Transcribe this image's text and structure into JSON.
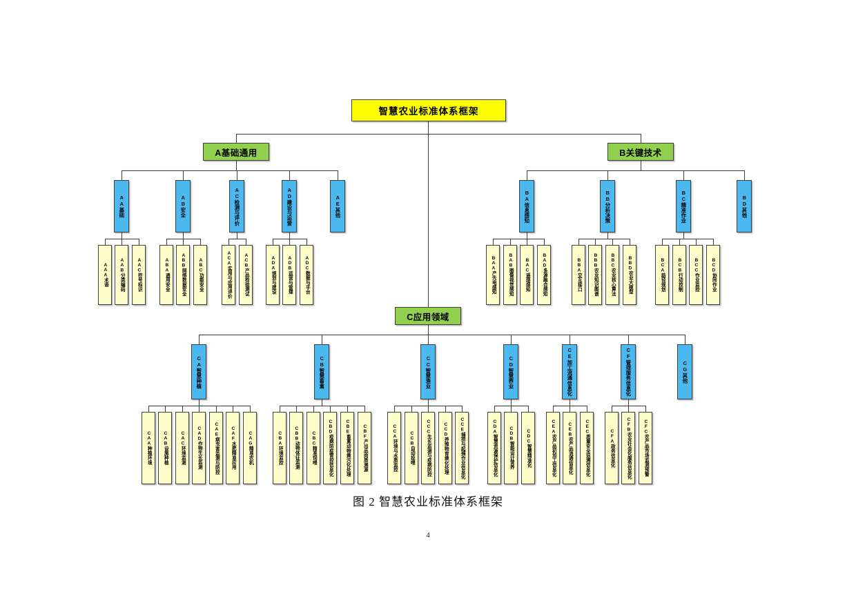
{
  "document": {
    "caption": "图 2  智慧农业标准体系框架",
    "page_number": "4"
  },
  "colors": {
    "root_fill": "#ffff00",
    "level1_fill": "#92d14f",
    "level2_fill": "#4cb8f0",
    "level3_fill": "#ffffcc",
    "border": "#3f3f3f",
    "line": "#3a3a3a"
  },
  "diagram": {
    "type": "tree",
    "root": {
      "label": "智慧农业标准体系框架"
    },
    "branches": [
      {
        "id": "A",
        "label": "A基础通用",
        "children": [
          {
            "id": "AA",
            "label": "AA基础",
            "children": [
              {
                "id": "AAA",
                "label": "AAA术语"
              },
              {
                "id": "AAB",
                "label": "AAB分类编码"
              },
              {
                "id": "AAC",
                "label": "AAC符号标识"
              }
            ]
          },
          {
            "id": "AB",
            "label": "AB安全",
            "children": [
              {
                "id": "ABA",
                "label": "ABA通用安全"
              },
              {
                "id": "ABB",
                "label": "ABB网络数据安全"
              },
              {
                "id": "ABC",
                "label": "ABC功能安全"
              }
            ]
          },
          {
            "id": "AC",
            "label": "AC检测与评价",
            "children": [
              {
                "id": "ACA",
                "label": "ACA实用与应用评价"
              },
              {
                "id": "ACB",
                "label": "ACB产品检验测试"
              }
            ]
          },
          {
            "id": "AD",
            "label": "AD建设与运营",
            "children": [
              {
                "id": "ADA",
                "label": "ADA规划与建设"
              },
              {
                "id": "ADB",
                "label": "ADB运营与管理"
              },
              {
                "id": "ADC",
                "label": "ADC数据与平台"
              }
            ]
          },
          {
            "id": "AE",
            "label": "AE其他",
            "children": []
          }
        ]
      },
      {
        "id": "B",
        "label": "B关键技术",
        "children": [
          {
            "id": "BA",
            "label": "BA信息感知",
            "children": [
              {
                "id": "BAA",
                "label": "BAA产先电感知"
              },
              {
                "id": "BAB",
                "label": "BAB图像视觉感知"
              },
              {
                "id": "BAC",
                "label": "BAC遥感感知"
              },
              {
                "id": "BAD",
                "label": "BAD多源融合感知"
              }
            ]
          },
          {
            "id": "BB",
            "label": "BB分析决策",
            "children": [
              {
                "id": "BBA",
                "label": "BBA交互接口"
              },
              {
                "id": "BBB",
                "label": "BBB农业知识图谱"
              },
              {
                "id": "BBC",
                "label": "BBC农业核心算法"
              },
              {
                "id": "BBD",
                "label": "BBD农业大模型"
              }
            ]
          },
          {
            "id": "BC",
            "label": "BC精准作业",
            "children": [
              {
                "id": "BCA",
                "label": "BCA路径规划"
              },
              {
                "id": "BCB",
                "label": "BCB行动控制"
              },
              {
                "id": "BCC",
                "label": "BCC作业监控"
              },
              {
                "id": "BCD",
                "label": "BCD协同作业"
              }
            ]
          },
          {
            "id": "BD",
            "label": "BD其他",
            "children": []
          }
        ]
      },
      {
        "id": "C",
        "label": "C应用领域",
        "children": [
          {
            "id": "CA",
            "label": "CA智慧种植",
            "children": [
              {
                "id": "CAA",
                "label": "CAA种植环境"
              },
              {
                "id": "CAB",
                "label": "CAB设施种植"
              },
              {
                "id": "CAC",
                "label": "CAC环境监测"
              },
              {
                "id": "CAD",
                "label": "CAD作物生长监测"
              },
              {
                "id": "CAE",
                "label": "CAE病虫害监测与防控"
              },
              {
                "id": "CAF",
                "label": "CAF水肥精准应用"
              },
              {
                "id": "CAG",
                "label": "CAG精准农机"
              }
            ]
          },
          {
            "id": "CB",
            "label": "CB智慧畜禽",
            "children": [
              {
                "id": "CBA",
                "label": "CBA环境监控"
              },
              {
                "id": "CBB",
                "label": "CBB动物体征监测"
              },
              {
                "id": "CBC",
                "label": "CBC精准饲喂"
              },
              {
                "id": "CBD",
                "label": "CBD疫病防疫管控信息化"
              },
              {
                "id": "CBE",
                "label": "CBE畜禽动物粪污化处理"
              },
              {
                "id": "CBF",
                "label": "CBF产出品肉质溯源"
              }
            ]
          },
          {
            "id": "CC",
            "label": "CC智慧渔业",
            "children": [
              {
                "id": "CCA",
                "label": "CCA环境与水质监控"
              },
              {
                "id": "CCB",
                "label": "CCB自动投喂"
              },
              {
                "id": "CCC",
                "label": "CCC生长监测与疫病防控"
              },
              {
                "id": "CCD",
                "label": "CCD养殖物育粪化处理"
              },
              {
                "id": "CCE",
                "label": "CCE捕捞与起捕作业信息化"
              }
            ]
          },
          {
            "id": "CD",
            "label": "CD智慧养业",
            "children": [
              {
                "id": "CDA",
                "label": "CDA智慧资源保护信息化"
              },
              {
                "id": "CDB",
                "label": "CDB智能设计营养"
              },
              {
                "id": "CDC",
                "label": "CDC智慧精准化"
              }
            ]
          },
          {
            "id": "CE",
            "label": "CE加工流通信息化",
            "children": [
              {
                "id": "CEA",
                "label": "CEA农产品初加工信息化"
              },
              {
                "id": "CEB",
                "label": "CEB农产品流通信息化"
              },
              {
                "id": "CEC",
                "label": "CEC质量安全追溯信息化"
              }
            ]
          },
          {
            "id": "CF",
            "label": "CF管理服务信息化",
            "children": [
              {
                "id": "CFA",
                "label": "CFA政务信息化"
              },
              {
                "id": "CFB",
                "label": "CFB农业社会化服务信息化"
              },
              {
                "id": "CFC",
                "label": "CFC农产品市场监测预警"
              }
            ]
          },
          {
            "id": "CG",
            "label": "CG其他",
            "children": []
          }
        ]
      }
    ]
  }
}
